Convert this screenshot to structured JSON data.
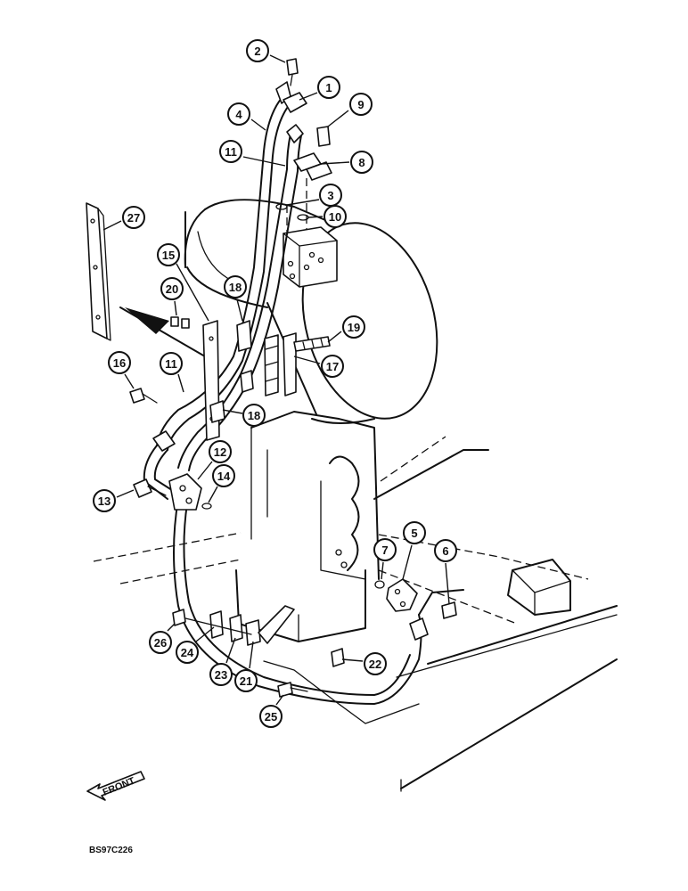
{
  "callouts": [
    {
      "label": "1"
    },
    {
      "label": "2"
    },
    {
      "label": "4"
    },
    {
      "label": "9"
    },
    {
      "label": "11"
    },
    {
      "label": "8"
    },
    {
      "label": "3"
    },
    {
      "label": "10"
    },
    {
      "label": "27"
    },
    {
      "label": "15"
    },
    {
      "label": "20"
    },
    {
      "label": "18"
    },
    {
      "label": "19"
    },
    {
      "label": "17"
    },
    {
      "label": "16"
    },
    {
      "label": "11"
    },
    {
      "label": "18"
    },
    {
      "label": "12"
    },
    {
      "label": "14"
    },
    {
      "label": "13"
    },
    {
      "label": "7"
    },
    {
      "label": "5"
    },
    {
      "label": "6"
    },
    {
      "label": "26"
    },
    {
      "label": "24"
    },
    {
      "label": "23"
    },
    {
      "label": "21"
    },
    {
      "label": "22"
    },
    {
      "label": "25"
    }
  ],
  "front_label": "FRONT",
  "reference_code": "BS97C226"
}
